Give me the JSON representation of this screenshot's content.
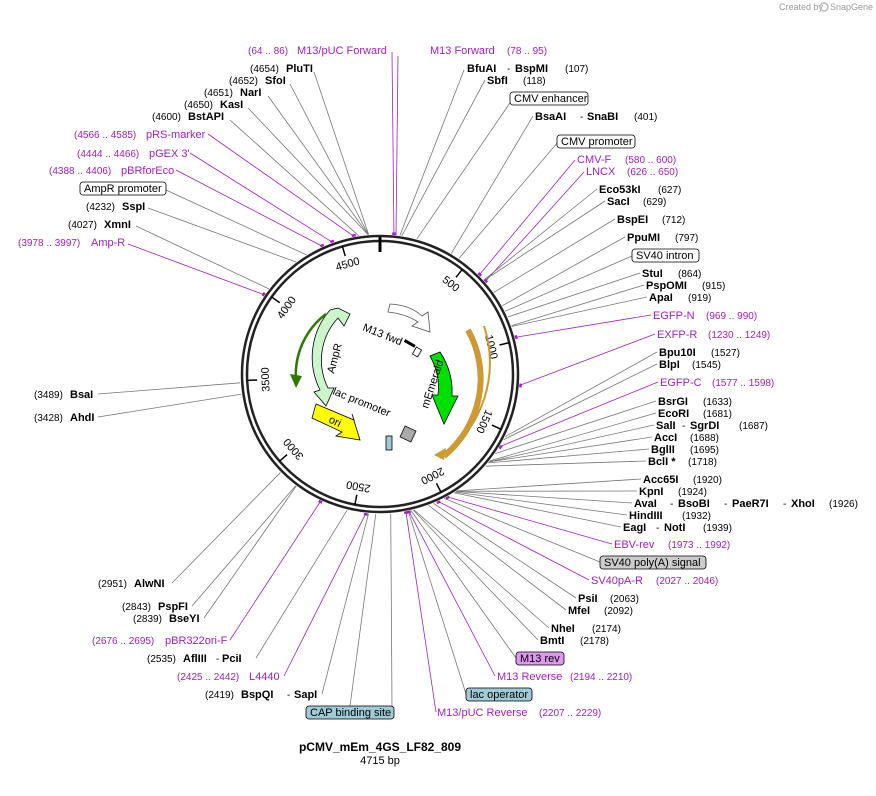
{
  "credit": {
    "text": "Created by",
    "brand": "SnapGene"
  },
  "plasmid": {
    "name": "pCMV_mEm_4GS_LF82_809",
    "size": "4715 bp"
  },
  "ticks": [
    "500",
    "1000",
    "1500",
    "2000",
    "2500",
    "3000",
    "3500",
    "4000",
    "4500"
  ],
  "features": {
    "m13fwd": "M13 fwd",
    "ampr": "AmpR",
    "lac_promoter": "lac promoter",
    "ori": "ori",
    "memerald": "mEmerald"
  },
  "colors": {
    "ampr": "#ccf5cc",
    "ori": "#ffff00",
    "memerald": "#00e000",
    "cds_outline": "#cc9933",
    "primer": "#a020c0",
    "feature_box_blue": "#9fcbd6",
    "feature_box_gray": "#cccccc",
    "feature_box_violet": "#dd99ee"
  },
  "labels": {
    "primer_m13puc_fwd": {
      "pos": "(64 .. 86)",
      "name": "M13/pUC Forward"
    },
    "primer_m13_fwd": {
      "name": "M13 Forward",
      "pos": "(78 .. 95)"
    },
    "pluti": {
      "pos": "(4654)",
      "name": "PluTI"
    },
    "sfoi": {
      "pos": "(4652)",
      "name": "SfoI"
    },
    "nari": {
      "pos": "(4651)",
      "name": "NarI"
    },
    "kasi": {
      "pos": "(4650)",
      "name": "KasI"
    },
    "bstapi": {
      "pos": "(4600)",
      "name": "BstAPI"
    },
    "prs_marker": {
      "pos": "(4566 .. 4585)",
      "name": "pRS-marker"
    },
    "pgex3": {
      "pos": "(4444 .. 4466)",
      "name": "pGEX 3'"
    },
    "pbrforeco": {
      "pos": "(4388 .. 4406)",
      "name": "pBRforEco"
    },
    "ampr_promoter": {
      "name": "AmpR promoter"
    },
    "sspi": {
      "pos": "(4232)",
      "name": "SspI"
    },
    "xmni": {
      "pos": "(4027)",
      "name": "XmnI"
    },
    "amp_r": {
      "pos": "(3978 .. 3997)",
      "name": "Amp-R"
    },
    "bsai": {
      "pos": "(3489)",
      "name": "BsaI"
    },
    "ahdi": {
      "pos": "(3428)",
      "name": "AhdI"
    },
    "alwni": {
      "pos": "(2951)",
      "name": "AlwNI"
    },
    "pspfi": {
      "pos": "(2843)",
      "name": "PspFI"
    },
    "bseyi": {
      "pos": "(2839)",
      "name": "BseYI"
    },
    "pbr322ori_f": {
      "pos": "(2676 .. 2695)",
      "name": "pBR322ori-F"
    },
    "afliii": {
      "pos": "(2535)",
      "name": "AflIII",
      "name2": "PciI"
    },
    "l4440": {
      "pos": "(2425 .. 2442)",
      "name": "L4440"
    },
    "bspqi": {
      "pos": "(2419)",
      "name": "BspQI",
      "name2": "SapI"
    },
    "cap_site": {
      "name": "CAP binding site"
    },
    "bfuai": {
      "name": "BfuAI",
      "name2": "BspMI",
      "pos": "(107)"
    },
    "sbfi": {
      "name": "SbfI",
      "pos": "(118)"
    },
    "cmv_enhancer": {
      "name": "CMV enhancer"
    },
    "bsaai": {
      "name": "BsaAI",
      "name2": "SnaBI",
      "pos": "(401)"
    },
    "cmv_promoter": {
      "name": "CMV promoter"
    },
    "cmv_f": {
      "name": "CMV-F",
      "pos": "(580 .. 600)"
    },
    "lncx": {
      "name": "LNCX",
      "pos": "(626 .. 650)"
    },
    "eco53ki": {
      "name": "Eco53kI",
      "pos": "(627)"
    },
    "saci": {
      "name": "SacI",
      "pos": "(629)"
    },
    "bspei": {
      "name": "BspEI",
      "pos": "(712)"
    },
    "ppumi": {
      "name": "PpuMI",
      "pos": "(797)"
    },
    "sv40_intron": {
      "name": "SV40 intron"
    },
    "stui": {
      "name": "StuI",
      "pos": "(864)"
    },
    "pspomi": {
      "name": "PspOMI",
      "pos": "(915)"
    },
    "apai": {
      "name": "ApaI",
      "pos": "(919)"
    },
    "egfp_n": {
      "name": "EGFP-N",
      "pos": "(969 .. 990)"
    },
    "exfp_r": {
      "name": "EXFP-R",
      "pos": "(1230 .. 1249)"
    },
    "bpu10i": {
      "name": "Bpu10I",
      "pos": "(1527)"
    },
    "blpi": {
      "name": "BlpI",
      "pos": "(1545)"
    },
    "egfp_c": {
      "name": "EGFP-C",
      "pos": "(1577 .. 1598)"
    },
    "bsrgi": {
      "name": "BsrGI",
      "pos": "(1633)"
    },
    "ecori": {
      "name": "EcoRI",
      "pos": "(1681)"
    },
    "sali": {
      "name": "SalI",
      "name2": "SgrDI",
      "pos": "(1687)"
    },
    "acci": {
      "name": "AccI",
      "pos": "(1688)"
    },
    "bglii": {
      "name": "BglII",
      "pos": "(1695)"
    },
    "bcli": {
      "name": "BclI *",
      "pos": "(1718)"
    },
    "acc65i": {
      "name": "Acc65I",
      "pos": "(1920)"
    },
    "kpni": {
      "name": "KpnI",
      "pos": "(1924)"
    },
    "avai": {
      "name": "AvaI",
      "name2": "BsoBI",
      "name3": "PaeR7I",
      "name4": "XhoI",
      "pos": "(1926)"
    },
    "hindiii": {
      "name": "HindIII",
      "pos": "(1932)"
    },
    "eagi": {
      "name": "EagI",
      "name2": "NotI",
      "pos": "(1939)"
    },
    "ebv_rev": {
      "name": "EBV-rev",
      "pos": "(1973 .. 1992)"
    },
    "sv40_polya": {
      "name": "SV40 poly(A) signal"
    },
    "sv40pa_r": {
      "name": "SV40pA-R",
      "pos": "(2027 .. 2046)"
    },
    "psii": {
      "name": "PsiI",
      "pos": "(2063)"
    },
    "mfei": {
      "name": "MfeI",
      "pos": "(2092)"
    },
    "nhei": {
      "name": "NheI",
      "pos": "(2174)"
    },
    "bmti": {
      "name": "BmtI",
      "pos": "(2178)"
    },
    "m13_rev": {
      "name": "M13 rev"
    },
    "m13_reverse": {
      "name": "M13 Reverse",
      "pos": "(2194 .. 2210)"
    },
    "lac_operator": {
      "name": "lac operator"
    },
    "m13puc_rev": {
      "name": "M13/pUC Reverse",
      "pos": "(2207 .. 2229)"
    }
  }
}
